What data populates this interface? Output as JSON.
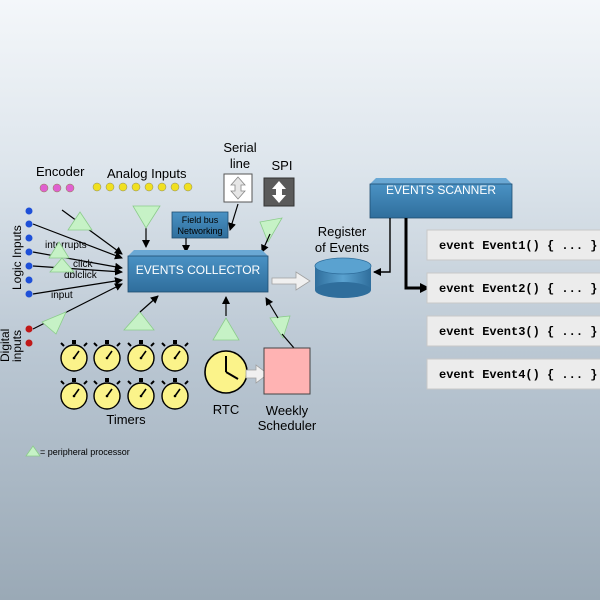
{
  "labels": {
    "encoder": "Encoder",
    "analog_inputs": "Analog Inputs",
    "logic_inputs": "Logic Inputs",
    "digital": "Digital",
    "inputs": "inputs",
    "interrupts": "interrupts",
    "click": "click",
    "dblclick": "dblclick",
    "input": "input",
    "fieldbus_line1": "Field bus",
    "fieldbus_line2": "Networking",
    "serial_line1": "Serial",
    "serial_line2": "line",
    "spi": "SPI",
    "events_collector": "EVENTS COLLECTOR",
    "events_scanner": "EVENTS SCANNER",
    "register_line1": "Register",
    "register_line2": "of Events",
    "timers": "Timers",
    "rtc": "RTC",
    "weekly_line1": "Weekly",
    "weekly_line2": "Scheduler",
    "legend": "= peripheral processor"
  },
  "events": [
    "event Event1() { ... }",
    "event Event2() { ... }",
    "event Event3() { ... }",
    "event Event4() { ... }"
  ],
  "colors": {
    "block": "#3b7fb0",
    "block_dark": "#2a5f86",
    "triangle": "#c6f2c6",
    "timer": "#fbf38a",
    "encoder_dot": "#e060d0",
    "analog_dot": "#f0e020",
    "logic_dot": "#1e50d8",
    "digital_dot": "#c01818",
    "weekly": "#ffb3b3",
    "event_box": "#ececec"
  },
  "icons": {
    "serial": "up-down-hollow-arrow-icon",
    "spi": "up-down-solid-arrow-icon",
    "timer": "stopwatch-icon",
    "rtc": "clock-icon"
  }
}
